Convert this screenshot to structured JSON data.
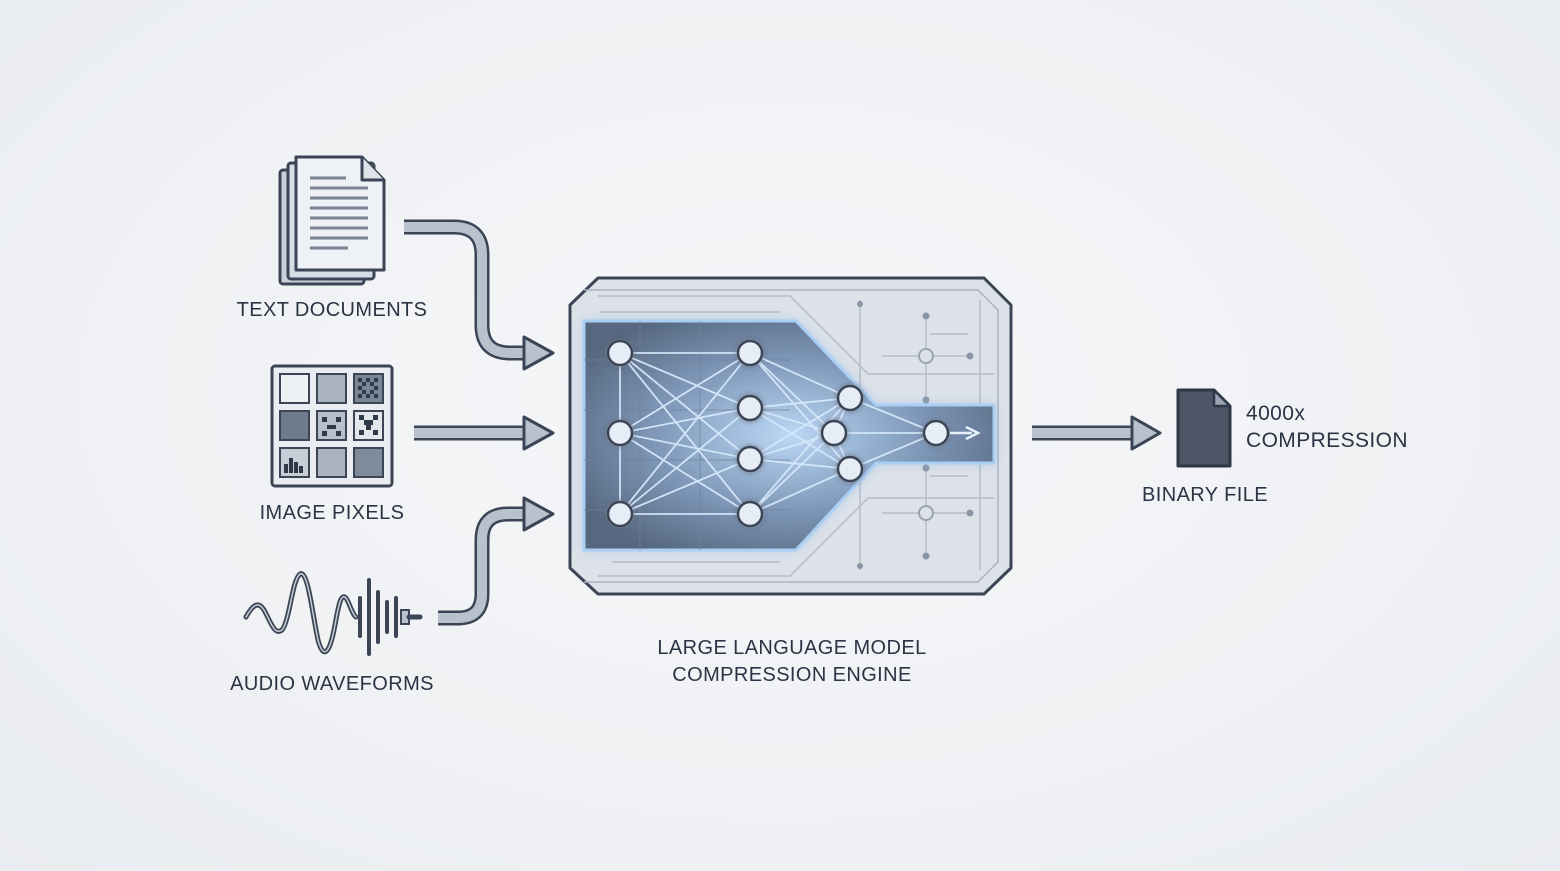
{
  "inputs": {
    "text_label": "TEXT DOCUMENTS",
    "image_label": "IMAGE PIXELS",
    "audio_label": "AUDIO WAVEFORMS"
  },
  "engine": {
    "label_line1": "LARGE LANGUAGE MODEL",
    "label_line2": "COMPRESSION ENGINE"
  },
  "output": {
    "label": "BINARY FILE",
    "ratio_line1": "4000x",
    "ratio_line2": "COMPRESSION"
  },
  "colors": {
    "outline": "#3b4556",
    "arrow_fill": "#b9c1cc",
    "engine_glow": "#7fb4ea",
    "background": "#f1f3f6"
  }
}
